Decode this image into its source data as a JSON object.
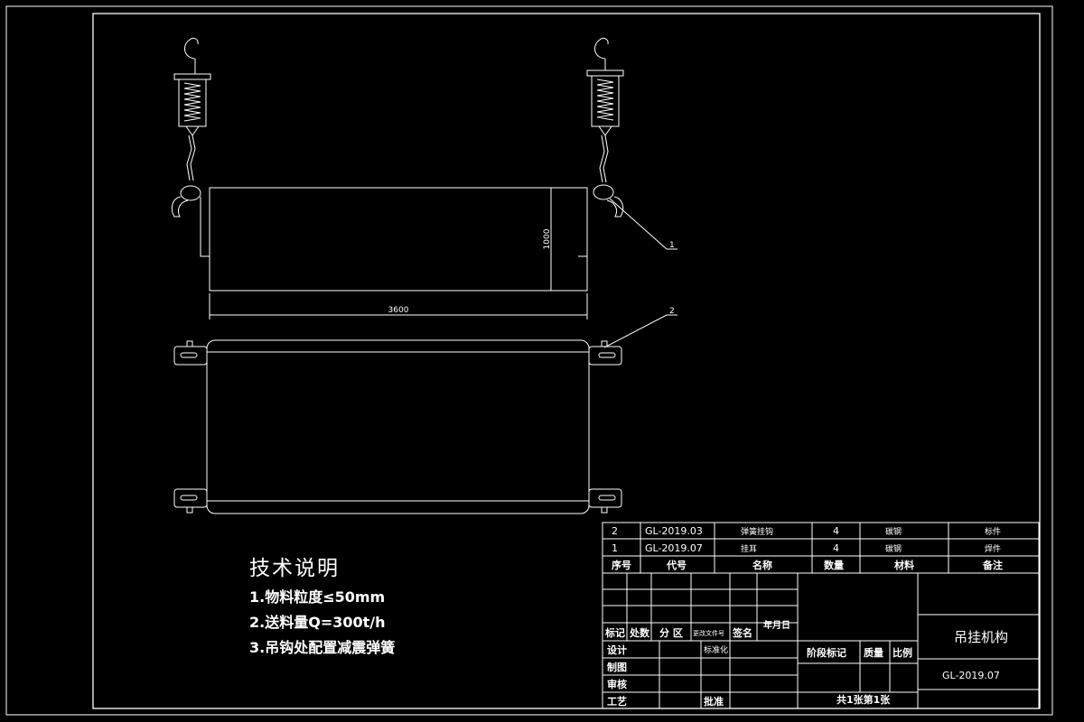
{
  "dimensions": {
    "height": "1000",
    "width": "3600"
  },
  "balloons": [
    "1",
    "2"
  ],
  "tech_notes": {
    "title": "技术说明",
    "items": [
      "1.物料粒度≤50mm",
      "2.送料量Q=300t/h",
      "3.吊钩处配置减震弹簧"
    ]
  },
  "bom": {
    "headers": [
      "序号",
      "代号",
      "名称",
      "数量",
      "材料",
      "备注"
    ],
    "rows": [
      [
        "2",
        "GL-2019.03",
        "弹簧挂钩",
        "4",
        "碳钢",
        "标件"
      ],
      [
        "1",
        "GL-2019.07",
        "挂耳",
        "4",
        "碳钢",
        "焊件"
      ]
    ]
  },
  "title_block": {
    "labels": {
      "mark": "标记",
      "count": "处数",
      "zone": "分 区",
      "change_doc": "更改文件号",
      "signature": "签名",
      "date": "年月日",
      "design": "设计",
      "standardize": "标准化",
      "drawing": "制图",
      "review": "审核",
      "process": "工艺",
      "approve": "批准",
      "stage_mark": "阶段标记",
      "mass": "质量",
      "scale": "比例"
    },
    "drawing_name": "吊挂机构",
    "drawing_number": "GL-2019.07",
    "sheets": "共1张第1张"
  }
}
